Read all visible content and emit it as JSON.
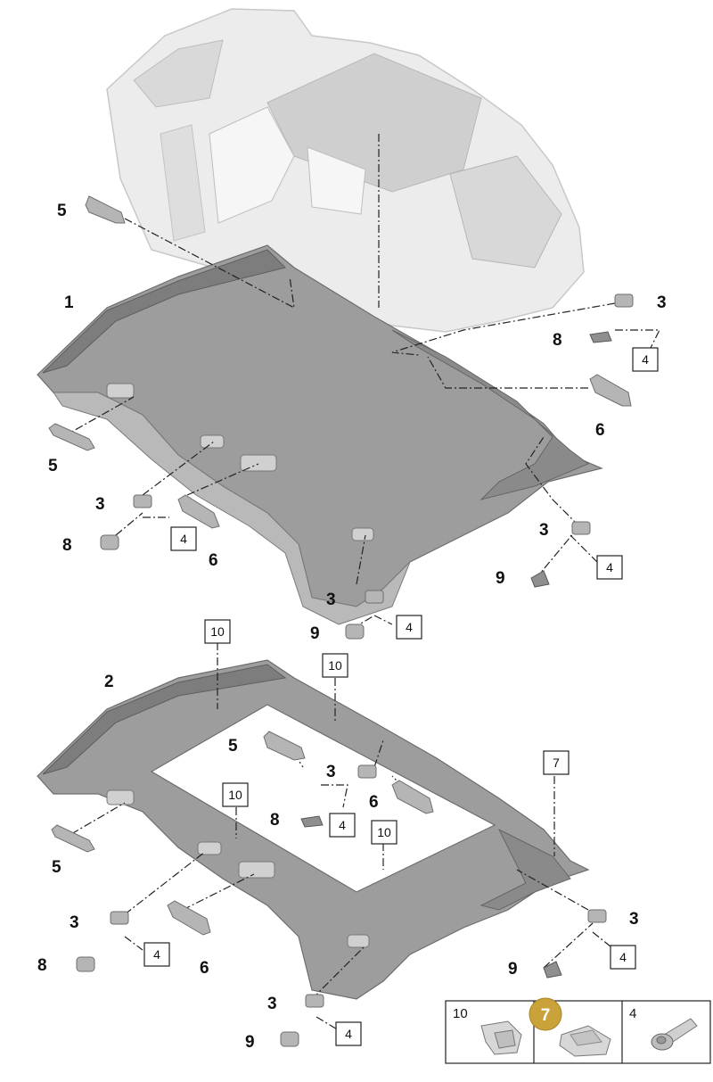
{
  "callouts": {
    "c1": "1",
    "c2": "2",
    "c3": "3",
    "c4": "4",
    "c5": "5",
    "c6": "6",
    "c7": "7",
    "c8": "8",
    "c9": "9",
    "c10": "10"
  },
  "legend": {
    "cell_10": "10",
    "cell_7": "7",
    "cell_4": "4",
    "highlight_color": "#c9a23a"
  },
  "colors": {
    "headliner_fill": "#9d9d9d",
    "headliner_dark": "#7d7d7d",
    "body_ghost": "#e4e4e4"
  }
}
